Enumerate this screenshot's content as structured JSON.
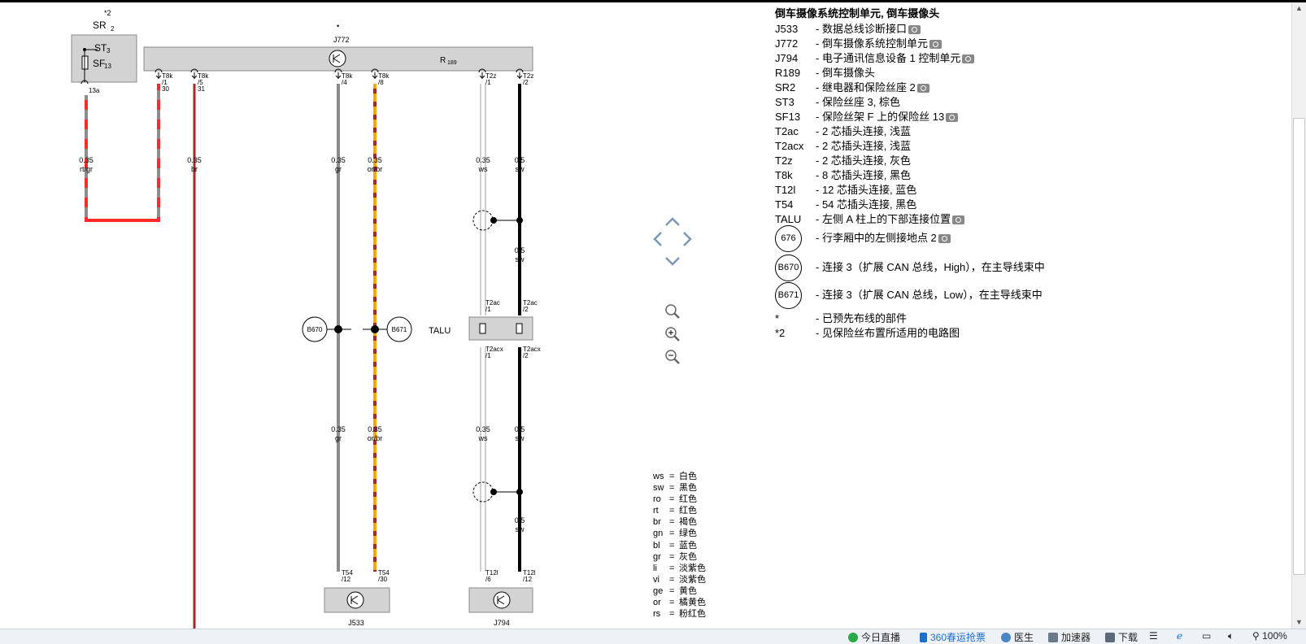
{
  "diagram": {
    "components": {
      "SR2": {
        "label": "SR",
        "sub": "2",
        "note": "*2",
        "st": "ST",
        "st_sub": "3",
        "sf": "SF",
        "sf_sub": "13",
        "pin": "13a"
      },
      "J772": {
        "label": "J772",
        "note": "•",
        "r": "R",
        "r_sub": "189"
      },
      "J533": {
        "label": "J533"
      },
      "J794": {
        "label": "J794"
      },
      "TALU": {
        "label": "TALU"
      },
      "B670": {
        "label": "B670"
      },
      "B671": {
        "label": "B671"
      }
    },
    "pins": {
      "p1": {
        "a": "T8k",
        "b": "/1",
        "c": "30"
      },
      "p2": {
        "a": "T8k",
        "b": "/5",
        "c": "31"
      },
      "p3": {
        "a": "T8k",
        "b": "/4"
      },
      "p4": {
        "a": "T8k",
        "b": "/8"
      },
      "p5": {
        "a": "T2z",
        "b": "/1"
      },
      "p6": {
        "a": "T2z",
        "b": "/2"
      },
      "t2ac1": {
        "a": "T2ac",
        "b": "/1"
      },
      "t2ac2": {
        "a": "T2ac",
        "b": "/2"
      },
      "t2acx1": {
        "a": "T2acx",
        "b": "/1"
      },
      "t2acx2": {
        "a": "T2acx",
        "b": "/2"
      },
      "t54a": {
        "a": "T54",
        "b": "/12"
      },
      "t54b": {
        "a": "T54",
        "b": "/30"
      },
      "t12a": {
        "a": "T12l",
        "b": "/6"
      },
      "t12b": {
        "a": "T12l",
        "b": "/12"
      }
    },
    "wire_labels": {
      "w1": {
        "size": "0.35",
        "color": "rt/gr"
      },
      "w2": {
        "size": "0.35",
        "color": "br"
      },
      "w3": {
        "size": "0.35",
        "color": "gr"
      },
      "w4": {
        "size": "0.35",
        "color": "or/br"
      },
      "w5": {
        "size": "0.35",
        "color": "ws"
      },
      "w6": {
        "size": "0.5",
        "color": "sw"
      },
      "w6b": {
        "size": "0.5",
        "color": "sw"
      },
      "w3b": {
        "size": "0.35",
        "color": "gr"
      },
      "w4b": {
        "size": "0.35",
        "color": "or/br"
      },
      "w5b": {
        "size": "0.35",
        "color": "ws"
      },
      "w6c": {
        "size": "0.5",
        "color": "sw"
      },
      "w6d": {
        "size": "0.5",
        "color": "sw"
      }
    },
    "colors": {
      "red": "#ff2a2a",
      "grey": "#8c8c8c",
      "brownred": "#a52a2a",
      "orange": "#ffa500",
      "black": "#000000",
      "box": "#d3d3d3"
    }
  },
  "legend": {
    "title": "倒车摄像系统控制单元, 倒车摄像头",
    "items": [
      {
        "code": "J533",
        "desc": "- 数据总线诊断接口",
        "camera": true
      },
      {
        "code": "J772",
        "desc": "- 倒车摄像系统控制单元",
        "camera": true
      },
      {
        "code": "J794",
        "desc": "- 电子通讯信息设备 1 控制单元",
        "camera": true
      },
      {
        "code": "R189",
        "desc": "- 倒车摄像头",
        "camera": false
      },
      {
        "code": "SR2",
        "desc": "- 继电器和保险丝座 2",
        "camera": true
      },
      {
        "code": "ST3",
        "desc": "- 保险丝座 3, 棕色",
        "camera": false
      },
      {
        "code": "SF13",
        "desc": "- 保险丝架 F 上的保险丝 13",
        "camera": true
      },
      {
        "code": "T2ac",
        "desc": "- 2 芯插头连接, 浅蓝",
        "camera": false
      },
      {
        "code": "T2acx",
        "desc": "- 2 芯插头连接, 浅蓝",
        "camera": false
      },
      {
        "code": "T2z",
        "desc": "- 2 芯插头连接, 灰色",
        "camera": false
      },
      {
        "code": "T8k",
        "desc": "- 8 芯插头连接, 黑色",
        "camera": false
      },
      {
        "code": "T12l",
        "desc": "- 12 芯插头连接, 蓝色",
        "camera": false
      },
      {
        "code": "T54",
        "desc": "- 54 芯插头连接, 黑色",
        "camera": false
      },
      {
        "code": "TALU",
        "desc": "- 左侧 A 柱上的下部连接位置",
        "camera": true
      }
    ],
    "circle_items": [
      {
        "code": "676",
        "desc": "- 行李厢中的左侧接地点 2",
        "camera": true
      },
      {
        "code": "B670",
        "desc": "- 连接 3（扩展 CAN 总线，High），在主导线束中",
        "camera": false
      },
      {
        "code": "B671",
        "desc": "- 连接 3（扩展 CAN 总线，Low），在主导线束中",
        "camera": false
      }
    ],
    "notes": [
      {
        "code": "*",
        "desc": "- 已预先布线的部件"
      },
      {
        "code": "*2",
        "desc": "- 见保险丝布置所适用的电路图"
      }
    ]
  },
  "color_legend": [
    {
      "abbr": "ws",
      "name": "白色"
    },
    {
      "abbr": "sw",
      "name": "黑色"
    },
    {
      "abbr": "ro",
      "name": "红色"
    },
    {
      "abbr": "rt",
      "name": "红色"
    },
    {
      "abbr": "br",
      "name": "褐色"
    },
    {
      "abbr": "gn",
      "name": "绿色"
    },
    {
      "abbr": "bl",
      "name": "蓝色"
    },
    {
      "abbr": "gr",
      "name": "灰色"
    },
    {
      "abbr": "li",
      "name": "淡紫色"
    },
    {
      "abbr": "vi",
      "name": "淡紫色"
    },
    {
      "abbr": "ge",
      "name": "黄色"
    },
    {
      "abbr": "or",
      "name": "橘黄色"
    },
    {
      "abbr": "rs",
      "name": "粉红色"
    }
  ],
  "statusbar": {
    "live": "今日直播",
    "tickets": "360春运抢票",
    "doctor": "医生",
    "accelerator": "加速器",
    "download": "下载",
    "zoom": "100%"
  },
  "nav_icons": [
    "arrow-up-icon",
    "arrow-left-icon",
    "arrow-right-icon",
    "arrow-down-icon",
    "zoom-fit-icon",
    "zoom-in-icon",
    "zoom-out-icon"
  ]
}
